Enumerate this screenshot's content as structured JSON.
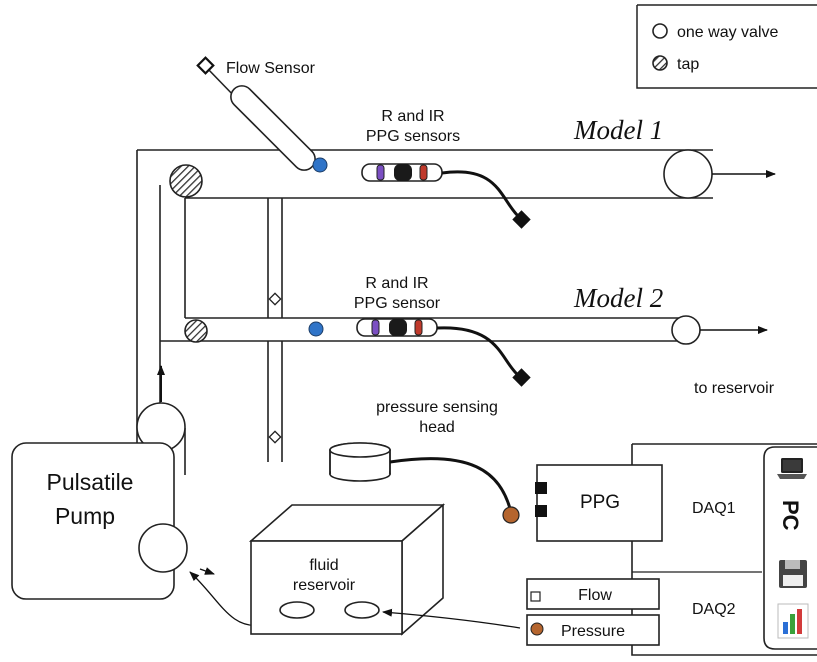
{
  "legend": {
    "valve_label": "one way valve",
    "tap_label": "tap"
  },
  "labels": {
    "flow_sensor": "Flow  Sensor",
    "ppg1_line1": "R and IR",
    "ppg1_line2": "PPG sensors",
    "ppg2_line1": "R and IR",
    "ppg2_line2": "PPG sensor",
    "model1": "Model 1",
    "model2": "Model 2",
    "to_reservoir": "to reservoir",
    "pressure_head_line1": "pressure sensing",
    "pressure_head_line2": "head",
    "pump_line1": "Pulsatile",
    "pump_line2": "Pump",
    "fluid_reservoir_line1": "fluid",
    "fluid_reservoir_line2": "reservoir",
    "ppg_box": "PPG",
    "daq1": "DAQ1",
    "daq2": "DAQ2",
    "flow_box": "Flow",
    "pressure_box": "Pressure",
    "pc": "PC"
  },
  "icons": [
    "laptop-icon",
    "floppy-disk-icon",
    "bar-chart-icon"
  ],
  "colors": {
    "sensor_blue": "#2f74c8",
    "led_purple": "#7b4fc2",
    "led_black": "#1a1a1a",
    "led_red": "#c0392b",
    "pressure_dot": "#b5652e",
    "bar_blue": "#2b6fd6",
    "bar_green": "#3aa13a",
    "bar_red": "#d23b3b"
  }
}
